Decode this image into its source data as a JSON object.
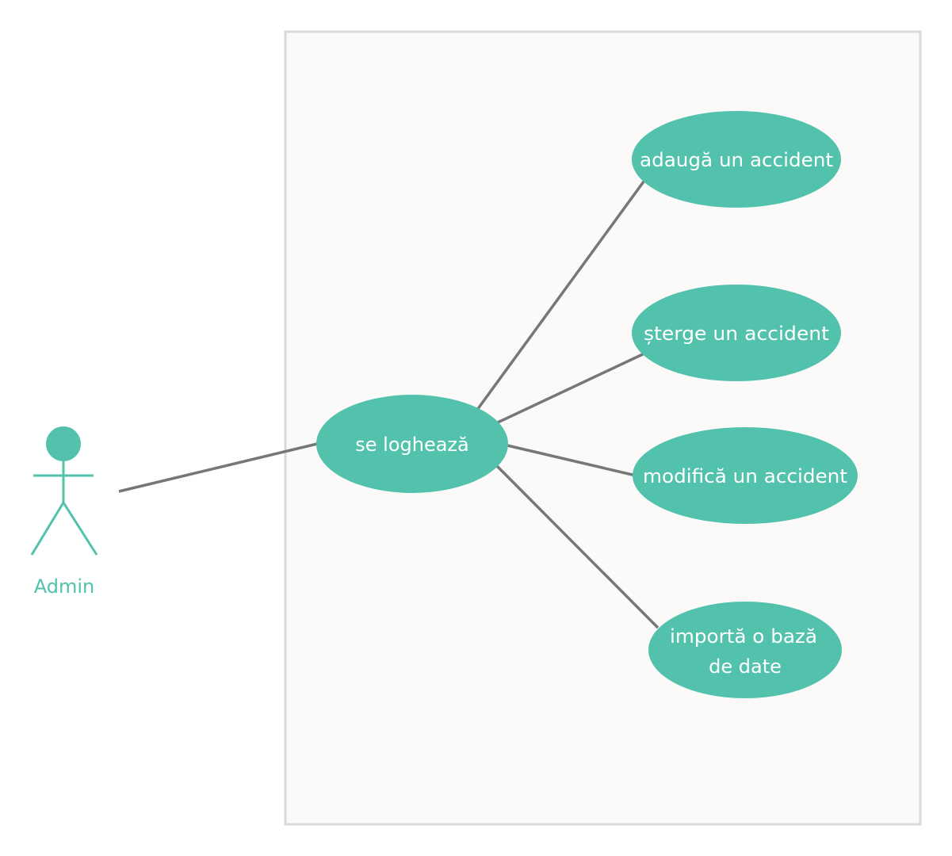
{
  "colors": {
    "accent": "#52c2ac",
    "connector": "#777777",
    "boundary_fill": "#fbfaf9",
    "boundary_stroke": "#d9d9d9",
    "usecase_text": "#ffffff"
  },
  "actor": {
    "label": "Admin"
  },
  "use_cases": {
    "login": "se loghează",
    "add": "adaugă un accident",
    "delete": "șterge un accident",
    "modify": "modifică un accident",
    "import_line1": "importă o bază",
    "import_line2": "de date"
  }
}
